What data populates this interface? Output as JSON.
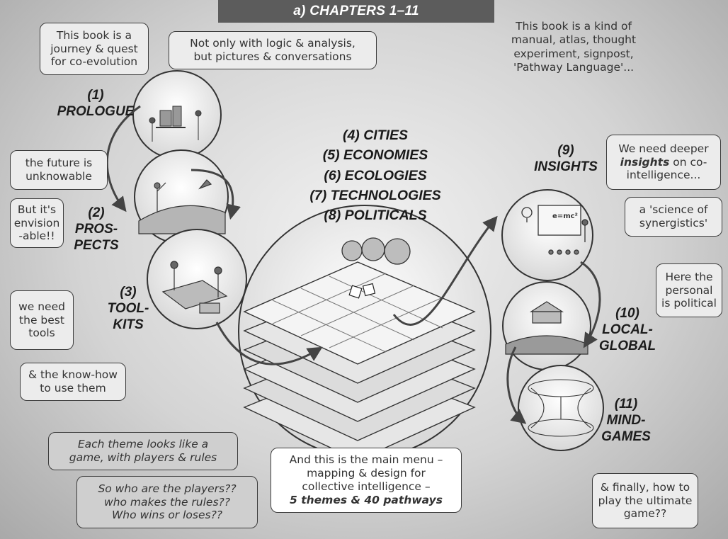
{
  "banner": "a) CHAPTERS 1–11",
  "intro_text": "This book is a kind of\nmanual, atlas, thought\nexperiment, signpost,\n'Pathway Language'...",
  "chapters": {
    "prologue": "(1)\nPROLOGUE",
    "prospects": "(2)\nPROS-\nPECTS",
    "toolkits": "(3)\nTOOL-\nKITS",
    "insights": "(9)\nINSIGHTS",
    "local_global": "(10)\nLOCAL-\nGLOBAL",
    "mind_games": "(11)\nMIND-\nGAMES"
  },
  "themes": [
    "(4) CITIES",
    "(5) ECONOMIES",
    "(6) ECOLOGIES",
    "(7) TECHNOLOGIES",
    "(8) POLITICALS"
  ],
  "bubbles": {
    "journey": "This book is a\njourney & quest\nfor co-evolution",
    "not_only": "Not only with logic & analysis,\nbut pictures & conversations",
    "future": "the future is\nunknowable",
    "envision": "But it's\nenvision\n-able!!",
    "tools": "we need\nthe best\ntools",
    "knowhow": "& the know-how\nto use them",
    "theme_game": "Each theme looks like a\ngame, with players & rules",
    "players": "So who are the players??\nwho makes the rules??\nWho wins or loses??",
    "menu_line1": "And this is the main menu –\nmapping & design for\ncollective intelligence –",
    "menu_line2": "5 themes & 40 pathways",
    "insights_pre": "We need deeper",
    "insights_bold": "insights",
    "insights_post": " on co-\nintelligence...",
    "synergistics": "a 'science of\nsynergistics'",
    "personal": "Here the\npersonal\nis political",
    "finally": "& finally, how to\nplay the ultimate\ngame??"
  },
  "illustration_labels": {
    "equation": "e=mc²"
  },
  "colors": {
    "banner_bg": "#5c5c5c",
    "bubble_border": "#3c3c3c",
    "arrow": "#444444"
  }
}
